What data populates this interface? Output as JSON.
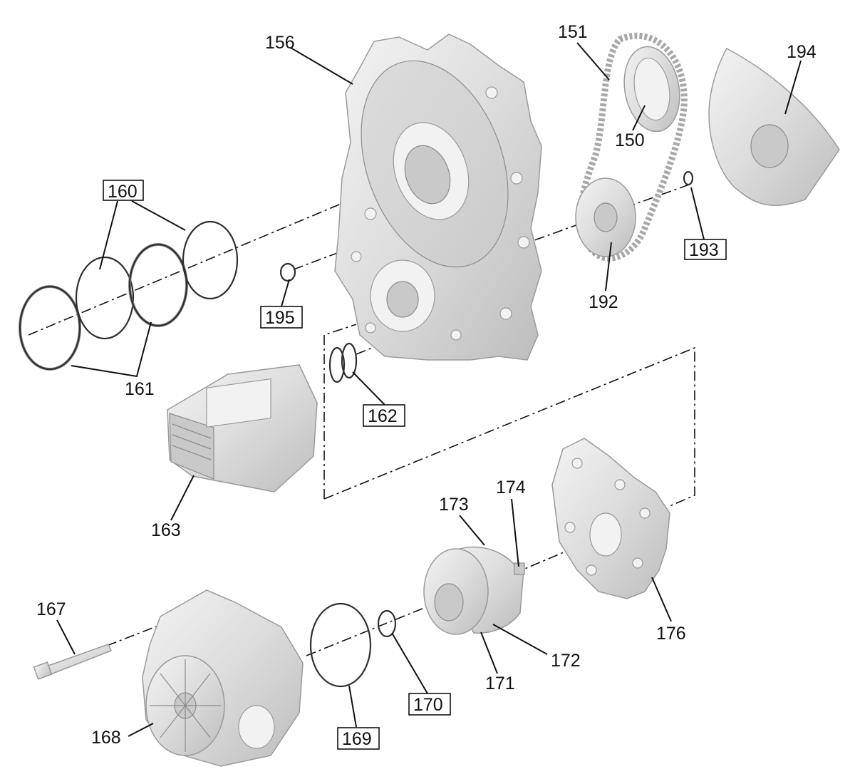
{
  "callouts": {
    "c156": "156",
    "c151": "151",
    "c194": "194",
    "c150": "150",
    "c160": "160",
    "c193": "193",
    "c195": "195",
    "c192": "192",
    "c161": "161",
    "c162": "162",
    "c163": "163",
    "c173": "173",
    "c174": "174",
    "c167": "167",
    "c172": "172",
    "c176": "176",
    "c171": "171",
    "c170": "170",
    "c168": "168",
    "c169": "169"
  }
}
